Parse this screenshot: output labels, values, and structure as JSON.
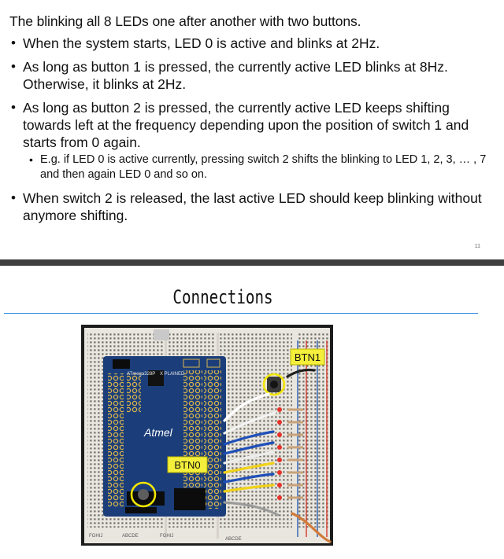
{
  "slide_top": {
    "title": "The blinking all 8 LEDs one after another with two buttons.",
    "bullets": [
      "When the system starts, LED 0 is active and blinks at 2Hz.",
      "As long as button 1 is pressed, the currently active LED blinks at 8Hz. Otherwise, it blinks at 2Hz.",
      "As long as button 2 is pressed, the currently active LED keeps shifting towards left at the frequency depending upon the position of switch 1 and starts from 0 again.",
      "When switch 2 is released, the last active LED should keep blinking without anymore shifting."
    ],
    "sub_bullet": "E.g. if LED 0 is active currently, pressing switch 2 shifts the blinking to LED 1, 2, 3, … , 7 and then again LED 0 and so on.",
    "bullet_glyph": "•",
    "page_number": "11"
  },
  "slide_bottom": {
    "title": "Connections",
    "labels": {
      "btn1": "BTN1",
      "btn0": "BTN0",
      "board_brand": "Atmel",
      "board_chip": "ATmega328P",
      "board_xplained": "X PLAINED",
      "row_letters_left": "FGHIJ",
      "row_letters_mid": "ABCDE",
      "row_letters_mid2": "FGHIJ",
      "row_letters_right": "ABCDE"
    },
    "colors": {
      "label_fill": "#f4ef3b",
      "highlight_circle": "#f2e600",
      "board_blue": "#1b3e7a",
      "breadboard": "#e9e6df",
      "rail_red": "#d43a2f",
      "rail_blue": "#2b5fb3",
      "led_red": "#e8322a",
      "title_rule": "#2f8ae0"
    }
  }
}
